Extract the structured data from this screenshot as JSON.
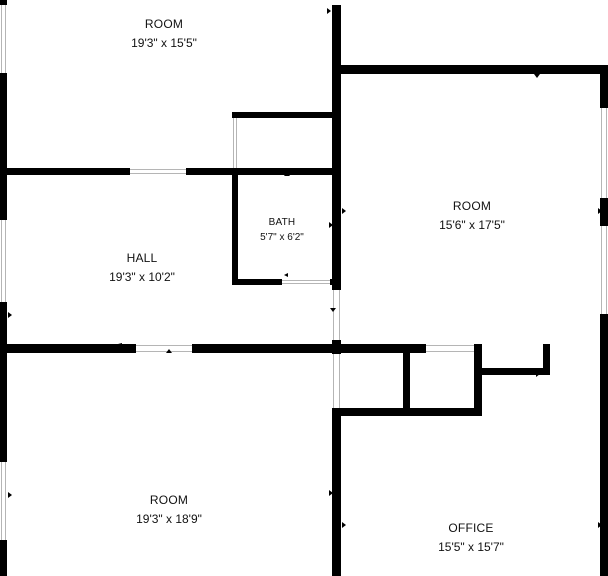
{
  "rooms": [
    {
      "name": "ROOM",
      "dimensions": "19'3\" x 15'5\""
    },
    {
      "name": "HALL",
      "dimensions": "19'3\" x 10'2\""
    },
    {
      "name": "BATH",
      "dimensions": "5'7\" x 6'2\""
    },
    {
      "name": "ROOM",
      "dimensions": "15'6\" x 17'5\""
    },
    {
      "name": "ROOM",
      "dimensions": "19'3\" x 18'9\""
    },
    {
      "name": "OFFICE",
      "dimensions": "15'5\" x 15'7\""
    }
  ],
  "colors": {
    "wall": "#000000",
    "window": "#b5b5b5",
    "background": "#ffffff"
  }
}
